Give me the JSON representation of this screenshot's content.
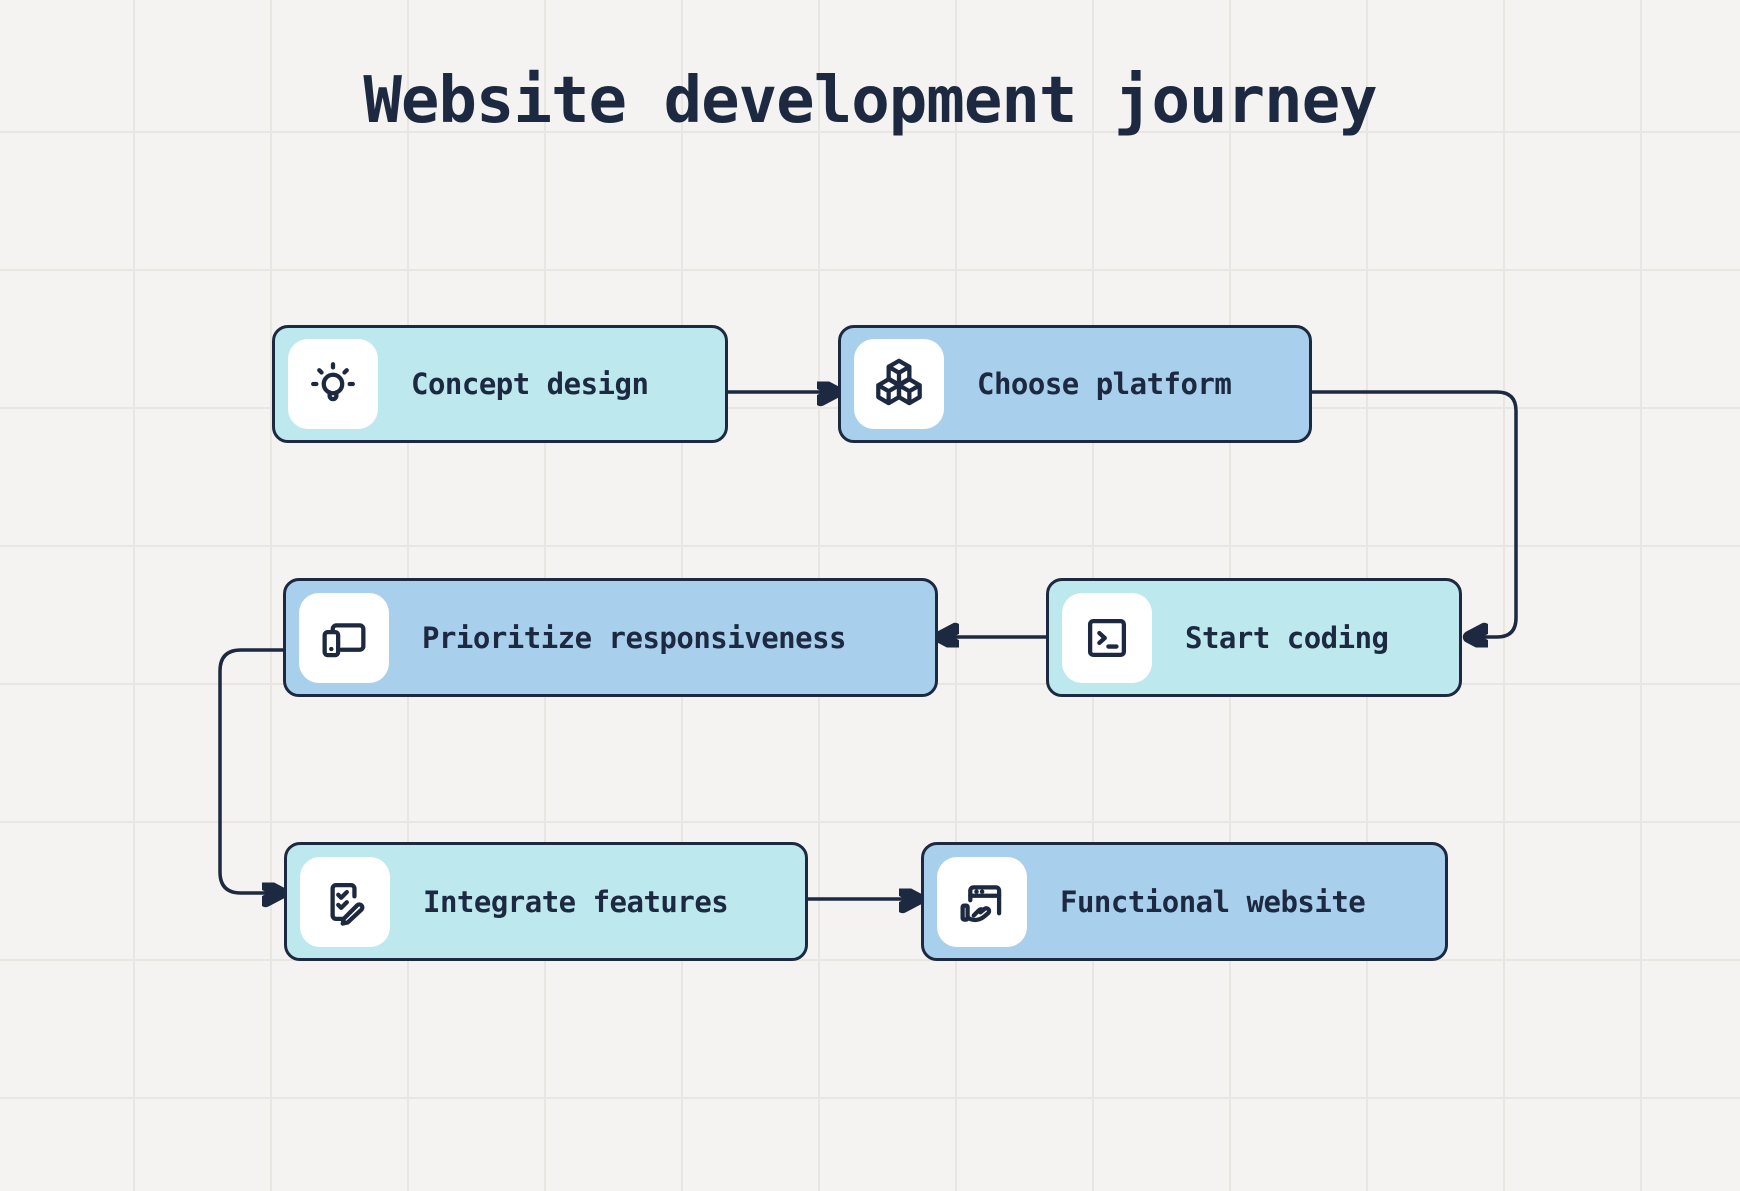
{
  "title": "Website development journey",
  "theme": {
    "bg": "#f4f3f1",
    "grid": "#e9e6e2",
    "navy": "#1c2940",
    "cyan": "#bce8ee",
    "blue": "#a8cfec",
    "tile": "#ffffff"
  },
  "nodes": [
    {
      "id": "concept-design",
      "label": "Concept design",
      "icon": "lightbulb-idea-icon",
      "color": "cyan"
    },
    {
      "id": "choose-platform",
      "label": "Choose platform",
      "icon": "stacked-cubes-icon",
      "color": "blue"
    },
    {
      "id": "prioritize-responsiveness",
      "label": "Prioritize responsiveness",
      "icon": "responsive-devices-icon",
      "color": "blue"
    },
    {
      "id": "start-coding",
      "label": "Start coding",
      "icon": "terminal-window-icon",
      "color": "cyan"
    },
    {
      "id": "integrate-features",
      "label": "Integrate features",
      "icon": "checklist-pencil-icon",
      "color": "cyan"
    },
    {
      "id": "functional-website",
      "label": "Functional website",
      "icon": "browser-in-hand-icon",
      "color": "blue"
    }
  ],
  "edges": [
    {
      "from": "concept-design",
      "to": "choose-platform"
    },
    {
      "from": "choose-platform",
      "to": "start-coding"
    },
    {
      "from": "start-coding",
      "to": "prioritize-responsiveness"
    },
    {
      "from": "prioritize-responsiveness",
      "to": "integrate-features"
    },
    {
      "from": "integrate-features",
      "to": "functional-website"
    }
  ]
}
